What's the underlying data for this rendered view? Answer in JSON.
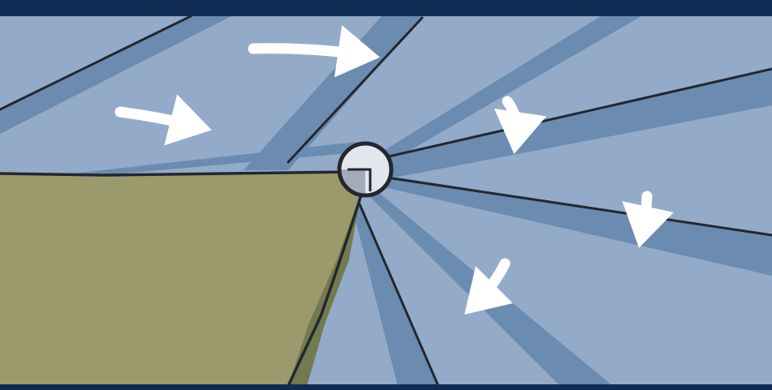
{
  "colors": {
    "frame": "#0f2c55",
    "sky": "#93abc8",
    "ray": "#6c8bb0",
    "land": "#9c9a6c",
    "cliff_face": "#737a4f",
    "outline": "#23272e",
    "arrow": "#ffffff",
    "ball_light": "#e3e6ea",
    "ball_shade": "#a2abb7"
  },
  "illustration": {
    "rays": 8,
    "arrows": [
      {
        "name": "arrow-top-center",
        "direction": "right"
      },
      {
        "name": "arrow-left",
        "direction": "right"
      },
      {
        "name": "arrow-right-curving-down",
        "direction": "down"
      },
      {
        "name": "arrow-far-right-down",
        "direction": "down"
      },
      {
        "name": "arrow-bottom-down-left",
        "direction": "down-left"
      }
    ]
  }
}
